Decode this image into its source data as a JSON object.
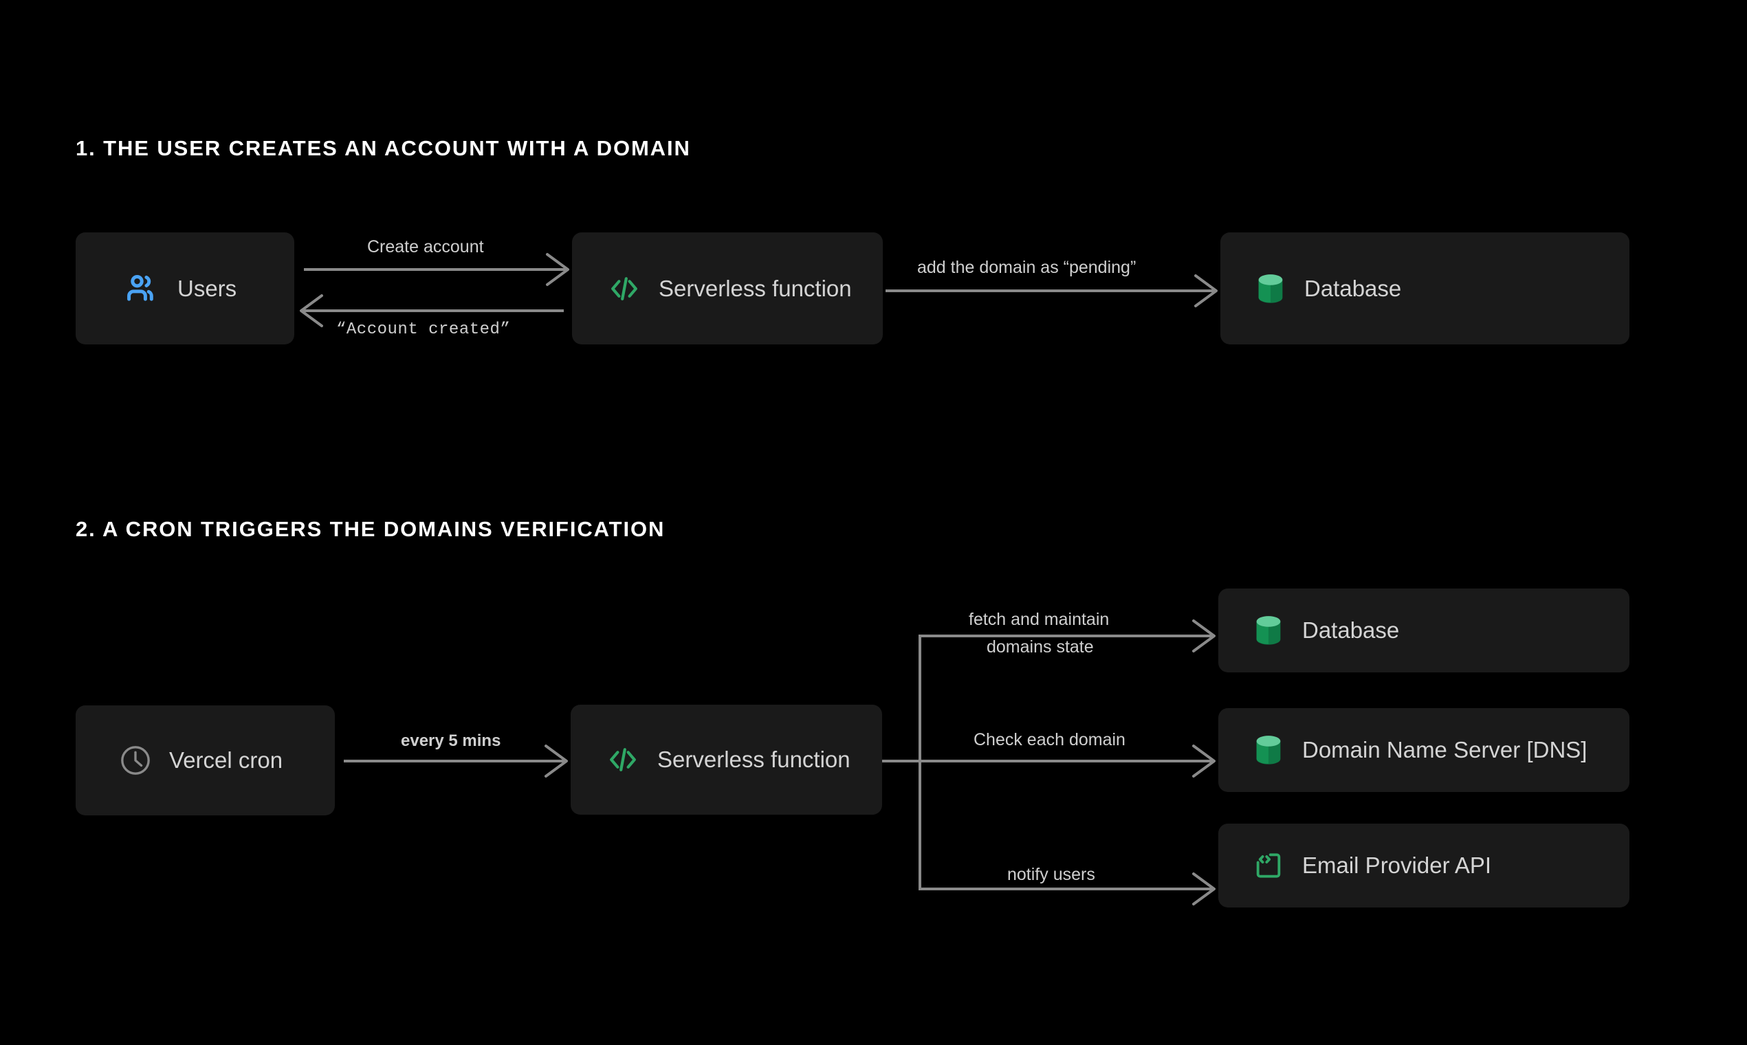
{
  "page": {
    "background": "#000000",
    "accent_green": "#2fa866",
    "accent_blue": "#4aa3f5",
    "text_primary": "#ffffff",
    "text_secondary": "#d4d4d4",
    "wire_color": "#8a8a8a",
    "node_bg": "#1a1a1a"
  },
  "sections": [
    {
      "id": "section-1",
      "title": "1. THE USER CREATES AN ACCOUNT WITH A DOMAIN"
    },
    {
      "id": "section-2",
      "title": "2. A CRON TRIGGERS THE DOMAINS VERIFICATION"
    }
  ],
  "nodes": {
    "users": {
      "label": "Users",
      "icon": "users-icon",
      "icon_color": "#4aa3f5"
    },
    "serverless_1": {
      "label": "Serverless function",
      "icon": "code-icon",
      "icon_color": "#2fa866"
    },
    "database_1": {
      "label": "Database",
      "icon": "database-icon",
      "icon_color": "#1a8f55"
    },
    "cron": {
      "label": "Vercel cron",
      "icon": "clock-icon",
      "icon_color": "#8a8a8a"
    },
    "serverless_2": {
      "label": "Serverless function",
      "icon": "code-icon",
      "icon_color": "#2fa866"
    },
    "database_2": {
      "label": "Database",
      "icon": "database-icon",
      "icon_color": "#1a8f55"
    },
    "dns": {
      "label": "Domain Name Server  [DNS]",
      "icon": "database-icon",
      "icon_color": "#1a8f55"
    },
    "email": {
      "label": "Email Provider API",
      "icon": "api-code-icon",
      "icon_color": "#2fa866"
    }
  },
  "edges": {
    "create_account": "Create account",
    "account_created": "“Account created”",
    "add_domain": "add the domain as “pending”",
    "every_5_mins": "every 5 mins",
    "fetch_line_1": "fetch and maintain",
    "fetch_line_2": "domains state",
    "check_domain": "Check each domain",
    "notify_users": "notify users"
  }
}
